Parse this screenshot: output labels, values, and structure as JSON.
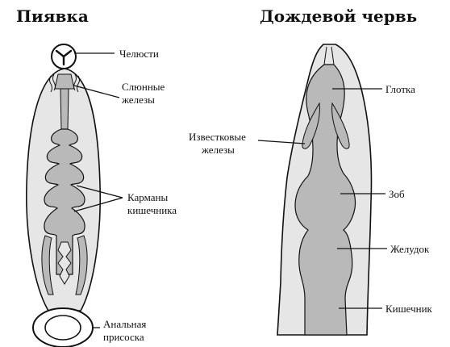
{
  "titles": {
    "leech": "Пиявка",
    "earthworm": "Дождевой червь"
  },
  "leech_labels": {
    "jaws": "Челюсти",
    "salivary_1": "Слюнные",
    "salivary_2": "железы",
    "pockets_1": "Карманы",
    "pockets_2": "кишечника",
    "sucker_1": "Анальная",
    "sucker_2": "присоска"
  },
  "worm_labels": {
    "pharynx": "Глотка",
    "calc_1": "Известковые",
    "calc_2": "железы",
    "crop": "Зоб",
    "stomach": "Желудок",
    "intestine": "Кишечник"
  },
  "colors": {
    "body_fill": "#e6e6e6",
    "organ_fill": "#b9b9b9",
    "line": "#111111"
  }
}
